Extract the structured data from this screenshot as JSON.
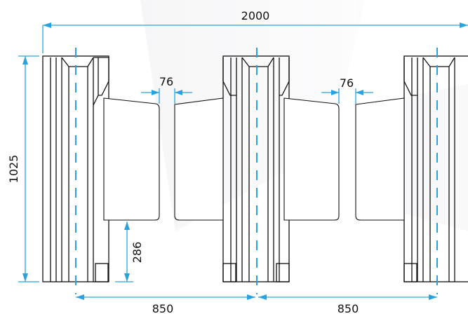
{
  "dimensions": {
    "overall_width": "2000",
    "height": "1025",
    "wing_gap_left": "76",
    "wing_gap_right": "76",
    "wing_bottom_clearance": "286",
    "spacing_left": "850",
    "spacing_right": "850"
  },
  "colors": {
    "dimension_line": "#29a3df",
    "outline": "#111111",
    "background": "#ffffff"
  }
}
